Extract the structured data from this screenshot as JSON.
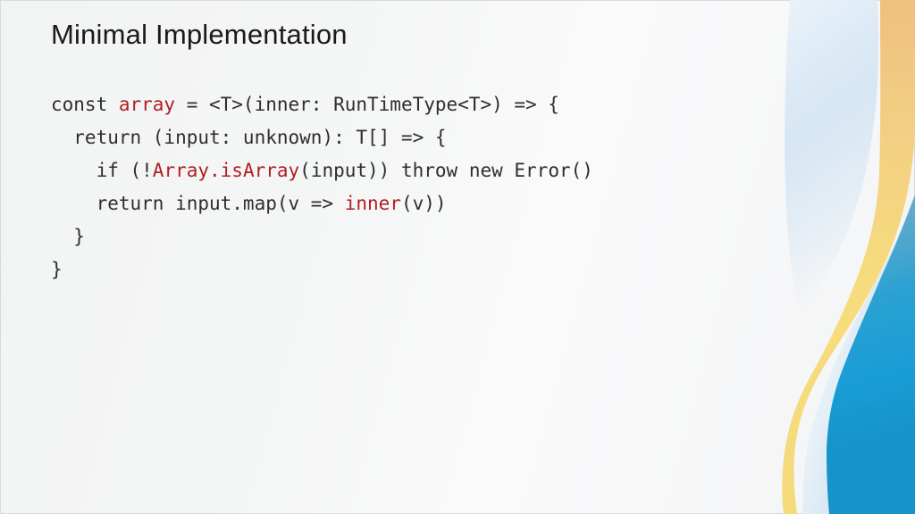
{
  "slide": {
    "title": "Minimal Implementation"
  },
  "colors": {
    "title_text": "#1a1a1a",
    "code_text": "#2e2e2e",
    "code_accent_red": "#b01f24",
    "background": "#f4f5f5",
    "decoration_orange": "#efc07f",
    "decoration_yellow": "#f5db7a",
    "decoration_pale_blue": "#cfe2f1",
    "decoration_steel_blue": "#c6dbee",
    "decoration_teal": "#1f9ed3"
  },
  "code": {
    "lines": [
      {
        "segments": [
          {
            "text": "const "
          },
          {
            "text": "array",
            "color": "accent"
          },
          {
            "text": " = <T>(inner: RunTimeType<T>) => {"
          }
        ]
      },
      {
        "segments": [
          {
            "text": "  return (input: unknown): T[] => {"
          }
        ]
      },
      {
        "segments": [
          {
            "text": "    if (!"
          },
          {
            "text": "Array.isArray",
            "color": "accent"
          },
          {
            "text": "(input)) throw new Error()"
          }
        ]
      },
      {
        "segments": [
          {
            "text": "    return input.map(v => "
          },
          {
            "text": "inner",
            "color": "accent"
          },
          {
            "text": "(v))"
          }
        ]
      },
      {
        "segments": [
          {
            "text": "  }"
          }
        ]
      },
      {
        "segments": [
          {
            "text": "}"
          }
        ]
      }
    ]
  }
}
